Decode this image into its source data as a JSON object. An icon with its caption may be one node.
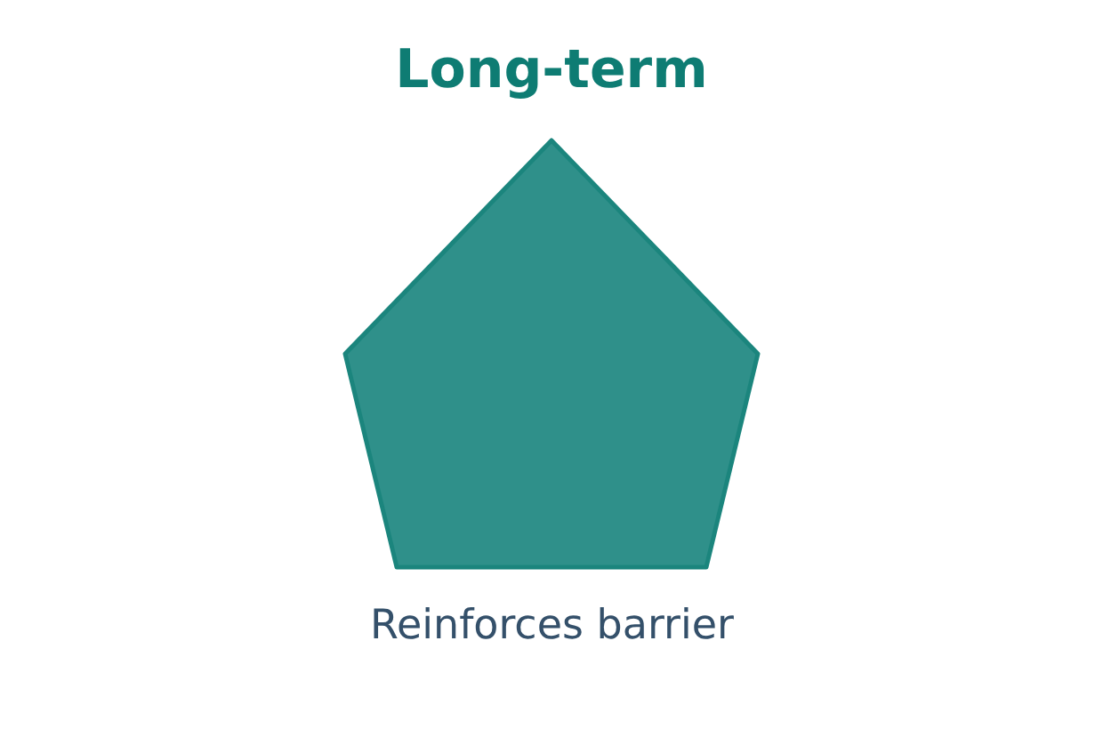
{
  "diagram": {
    "title": "Long-term",
    "nodes": [
      {
        "text": [],
        "shape": "pentagon",
        "beside": [
          "Reinforces barrier"
        ]
      }
    ]
  }
}
